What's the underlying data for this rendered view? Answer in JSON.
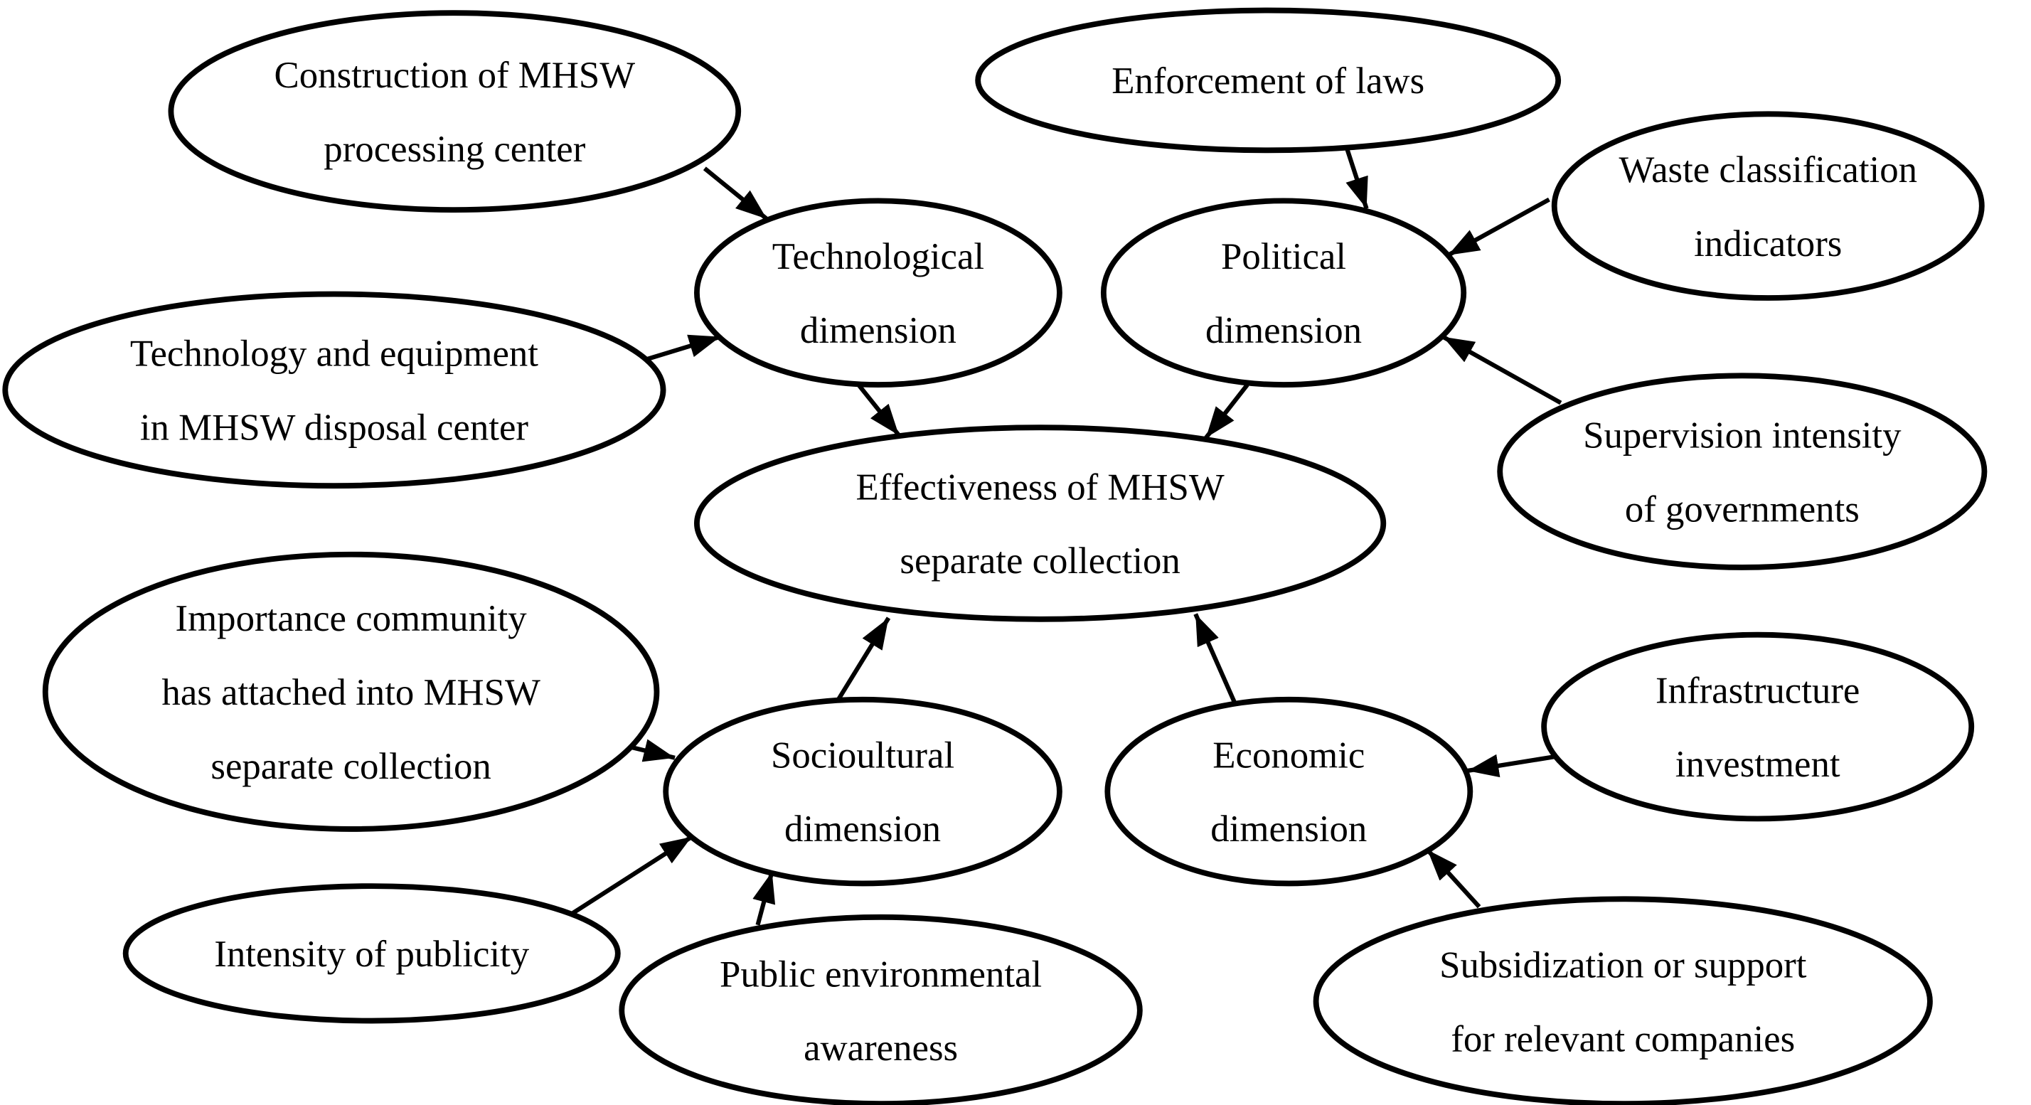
{
  "diagram": {
    "colors": {
      "stroke": "#000000",
      "text": "#000000",
      "background": "#ffffff"
    },
    "nodes": [
      {
        "id": "construction",
        "label": "Construction of MHSW processing center",
        "lines": [
          "Construction of MHSW",
          "processing center"
        ]
      },
      {
        "id": "enforcement",
        "label": "Enforcement of laws",
        "lines": [
          "Enforcement of laws"
        ]
      },
      {
        "id": "waste",
        "label": "Waste classification indicators",
        "lines": [
          "Waste classification",
          "indicators"
        ]
      },
      {
        "id": "technological",
        "label": "Technological dimension",
        "lines": [
          "Technological",
          "dimension"
        ]
      },
      {
        "id": "political",
        "label": "Political dimension",
        "lines": [
          "Political",
          "dimension"
        ]
      },
      {
        "id": "equipment",
        "label": "Technology and equipment in MHSW disposal center",
        "lines": [
          "Technology and equipment",
          "in MHSW disposal center"
        ]
      },
      {
        "id": "supervision",
        "label": "Supervision intensity of governments",
        "lines": [
          "Supervision intensity",
          "of governments"
        ]
      },
      {
        "id": "effectiveness",
        "label": "Effectiveness of MHSW separate collection",
        "lines": [
          "Effectiveness of MHSW",
          "separate collection"
        ]
      },
      {
        "id": "importance",
        "label": "Importance community has attached into MHSW separate collection",
        "lines": [
          "Importance community",
          "has attached into MHSW",
          "separate collection"
        ]
      },
      {
        "id": "infrastructure",
        "label": "Infrastructure investment",
        "lines": [
          "Infrastructure",
          "investment"
        ]
      },
      {
        "id": "sociocultural",
        "label": "Socioultural dimension",
        "lines": [
          "Socioultural",
          "dimension"
        ]
      },
      {
        "id": "economic",
        "label": "Economic dimension",
        "lines": [
          "Economic",
          "dimension"
        ]
      },
      {
        "id": "publicity",
        "label": "Intensity of publicity",
        "lines": [
          "Intensity of publicity"
        ]
      },
      {
        "id": "awareness",
        "label": "Public environmental awareness",
        "lines": [
          "Public environmental",
          "awareness"
        ]
      },
      {
        "id": "subsidization",
        "label": "Subsidization or support for relevant companies",
        "lines": [
          "Subsidization or support",
          "for relevant companies"
        ]
      }
    ],
    "edges": [
      {
        "from": "construction",
        "to": "technological"
      },
      {
        "from": "equipment",
        "to": "technological"
      },
      {
        "from": "technological",
        "to": "effectiveness"
      },
      {
        "from": "enforcement",
        "to": "political"
      },
      {
        "from": "waste",
        "to": "political"
      },
      {
        "from": "supervision",
        "to": "political"
      },
      {
        "from": "political",
        "to": "effectiveness"
      },
      {
        "from": "importance",
        "to": "sociocultural"
      },
      {
        "from": "publicity",
        "to": "sociocultural"
      },
      {
        "from": "awareness",
        "to": "sociocultural"
      },
      {
        "from": "sociocultural",
        "to": "effectiveness"
      },
      {
        "from": "infrastructure",
        "to": "economic"
      },
      {
        "from": "subsidization",
        "to": "economic"
      },
      {
        "from": "economic",
        "to": "effectiveness"
      }
    ]
  }
}
